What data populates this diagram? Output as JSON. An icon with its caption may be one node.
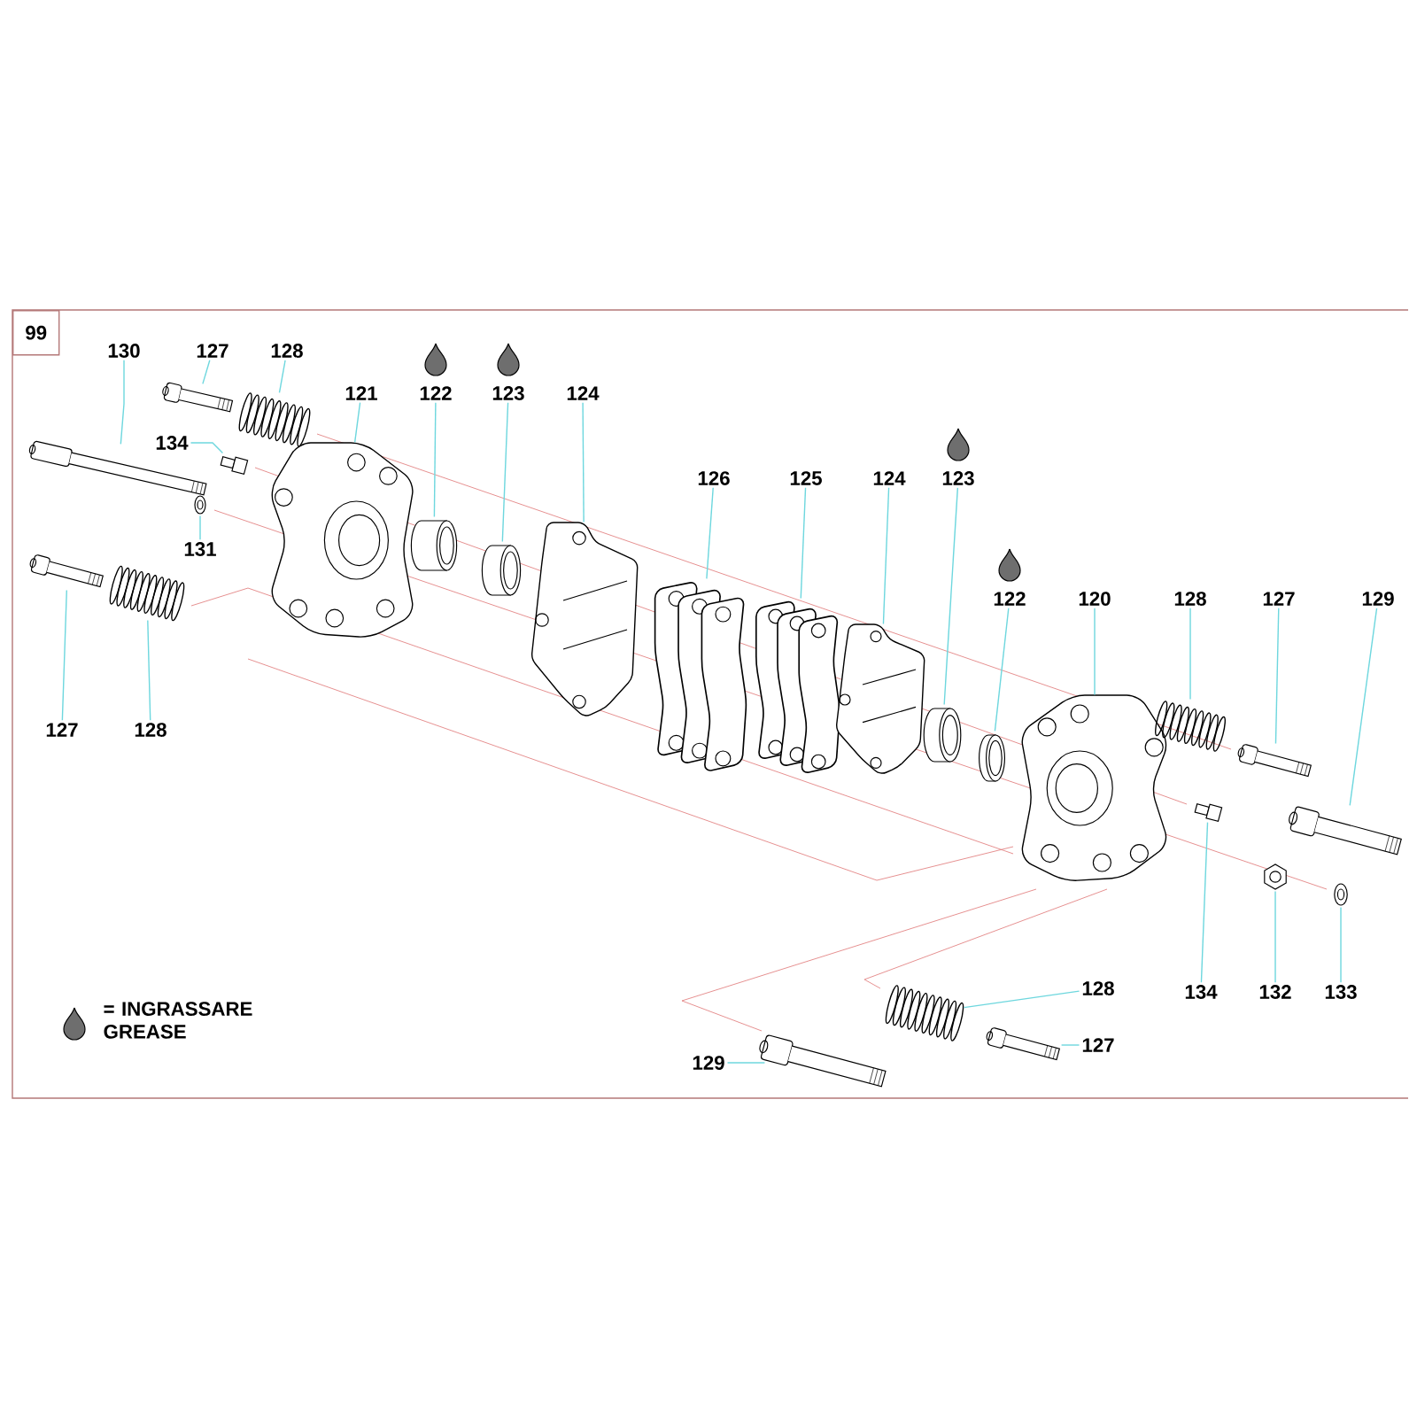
{
  "diagram": {
    "nodes": [
      {
        "text": [
          "130"
        ]
      },
      {
        "text": [],
        "shape": "picture"
      },
      {
        "text": [
          "127"
        ]
      },
      {
        "text": [],
        "shape": "picture"
      },
      {
        "text": [
          "128"
        ]
      },
      {
        "text": [],
        "shape": "picture"
      },
      {
        "text": [
          "134"
        ]
      },
      {
        "text": [],
        "shape": "picture"
      },
      {
        "text": [
          "131"
        ]
      },
      {
        "text": [],
        "shape": "picture"
      },
      {
        "text": [
          "127"
        ]
      },
      {
        "text": [],
        "shape": "picture"
      },
      {
        "text": [
          "128"
        ]
      },
      {
        "text": [],
        "shape": "picture"
      },
      {
        "text": [
          "121"
        ]
      },
      {
        "text": [],
        "shape": "picture"
      },
      {
        "text": [
          "122"
        ]
      },
      {
        "text": [],
        "shape": "cylinder"
      },
      {
        "text": [
          "123"
        ]
      },
      {
        "text": [],
        "shape": "cylinder"
      },
      {
        "text": [
          "124"
        ]
      },
      {
        "text": [],
        "shape": "picture"
      },
      {
        "text": [
          "126"
        ]
      },
      {
        "text": [],
        "shape": "picture"
      },
      {
        "text": [
          "125"
        ]
      },
      {
        "text": [],
        "shape": "picture"
      },
      {
        "text": [
          "124"
        ]
      },
      {
        "text": [],
        "shape": "picture"
      },
      {
        "text": [
          "123"
        ]
      },
      {
        "text": [],
        "shape": "cylinder"
      },
      {
        "text": [
          "122"
        ]
      },
      {
        "text": [],
        "shape": "cylinder"
      },
      {
        "text": [
          "120"
        ]
      },
      {
        "text": [],
        "shape": "picture"
      },
      {
        "text": [
          "128"
        ]
      },
      {
        "text": [],
        "shape": "picture"
      },
      {
        "text": [
          "127"
        ]
      },
      {
        "text": [],
        "shape": "picture"
      },
      {
        "text": [
          "129"
        ]
      },
      {
        "text": [],
        "shape": "picture"
      },
      {
        "text": [
          "134"
        ]
      },
      {
        "text": [],
        "shape": "picture"
      },
      {
        "text": [
          "132"
        ]
      },
      {
        "text": [],
        "shape": "picture"
      },
      {
        "text": [
          "133"
        ]
      },
      {
        "text": [],
        "shape": "picture"
      },
      {
        "text": [
          "128"
        ]
      },
      {
        "text": [],
        "shape": "picture"
      },
      {
        "text": [
          "127"
        ]
      },
      {
        "text": [],
        "shape": "picture"
      },
      {
        "text": [
          "129"
        ]
      },
      {
        "text": [],
        "shape": "picture"
      }
    ],
    "edges": [
      {
        "from": 0,
        "to": 1,
        "arrow": "none"
      },
      {
        "from": 2,
        "to": 3,
        "arrow": "none"
      },
      {
        "from": 4,
        "to": 5,
        "arrow": "none"
      },
      {
        "from": 6,
        "to": 7,
        "arrow": "none"
      },
      {
        "from": 8,
        "to": 9,
        "arrow": "none"
      },
      {
        "from": 10,
        "to": 11,
        "arrow": "none"
      },
      {
        "from": 12,
        "to": 13,
        "arrow": "none"
      },
      {
        "from": 14,
        "to": 15,
        "arrow": "none"
      },
      {
        "from": 16,
        "to": 17,
        "arrow": "none"
      },
      {
        "from": 18,
        "to": 19,
        "arrow": "none"
      },
      {
        "from": 20,
        "to": 21,
        "arrow": "none"
      },
      {
        "from": 22,
        "to": 23,
        "arrow": "none"
      },
      {
        "from": 24,
        "to": 25,
        "arrow": "none"
      },
      {
        "from": 26,
        "to": 27,
        "arrow": "none"
      },
      {
        "from": 28,
        "to": 29,
        "arrow": "none"
      },
      {
        "from": 30,
        "to": 31,
        "arrow": "none"
      },
      {
        "from": 32,
        "to": 33,
        "arrow": "none"
      },
      {
        "from": 34,
        "to": 35,
        "arrow": "none"
      },
      {
        "from": 36,
        "to": 37,
        "arrow": "none"
      },
      {
        "from": 38,
        "to": 39,
        "arrow": "none"
      },
      {
        "from": 40,
        "to": 41,
        "arrow": "none"
      },
      {
        "from": 42,
        "to": 43,
        "arrow": "none"
      },
      {
        "from": 44,
        "to": 45,
        "arrow": "none"
      },
      {
        "from": 46,
        "to": 47,
        "arrow": "none"
      },
      {
        "from": 48,
        "to": 49,
        "arrow": "none"
      },
      {
        "from": 50,
        "to": 51,
        "arrow": "none"
      }
    ],
    "labels": [
      "99"
    ],
    "legend": [
      {
        "text": "= INGRASSARE GREASE"
      }
    ]
  }
}
